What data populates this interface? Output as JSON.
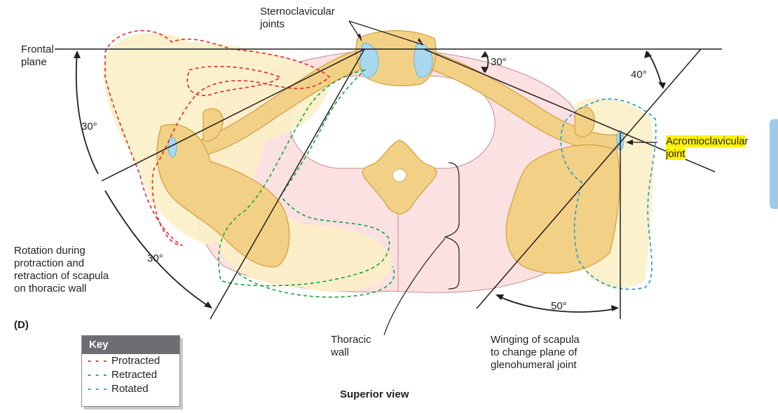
{
  "labels": {
    "sternoclavicular": "Sternoclavicular\njoints",
    "frontal_plane": "Frontal\nplane",
    "angle_30_top": "30°",
    "angle_40": "40°",
    "angle_30_left": "30°",
    "angle_30_lower": "30°",
    "angle_50": "50°",
    "acromio_part1": "Acromioclavicula",
    "acromio_part2": "r",
    "acromio_joint": "joint",
    "rotation": "Rotation during\nprotraction and\nretraction of scapula\non thoracic wall",
    "figure_letter": "(D)",
    "thoracic_wall": "Thoracic\nwall",
    "winging": "Winging of scapula\nto change plane of\nglenohumeral joint",
    "view": "Superior view"
  },
  "key": {
    "title": "Key",
    "items": [
      {
        "dash": "- - -",
        "label": "Protracted",
        "color": "#e8232a"
      },
      {
        "dash": "- - -",
        "label": "Retracted",
        "color": "#13a538"
      },
      {
        "dash": "- - -",
        "label": "Rotated",
        "color": "#1a9bd7"
      }
    ]
  },
  "colors": {
    "bone": "#f2d187",
    "bone_dark": "#d9a74e",
    "thorax": "#fbe1e1",
    "shadow": "#fbefc7",
    "cartilage": "#a9d9ee",
    "protracted": "#e8232a",
    "retracted": "#13a538",
    "rotated": "#1a9bd7"
  }
}
